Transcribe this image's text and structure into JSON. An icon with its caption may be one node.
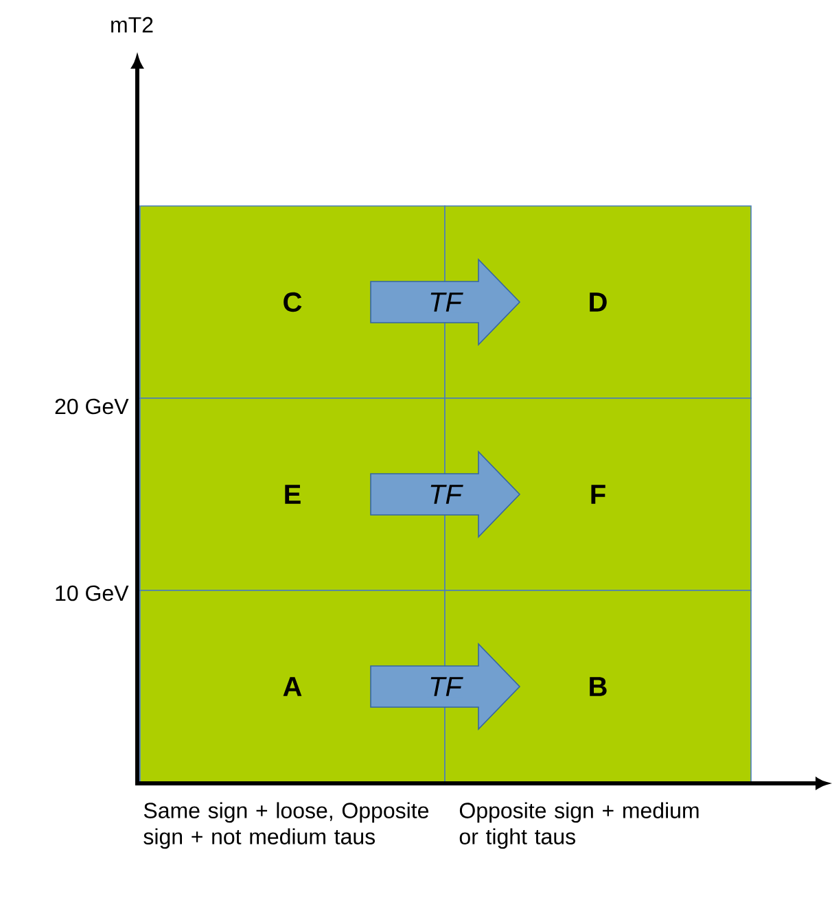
{
  "diagram": {
    "nodes": [
      {
        "text": [
          "C"
        ]
      },
      {
        "text": [
          "D"
        ]
      },
      {
        "text": [
          "E"
        ]
      },
      {
        "text": [
          "F"
        ]
      },
      {
        "text": [
          "A"
        ]
      },
      {
        "text": [
          "B"
        ]
      }
    ],
    "edges": [
      {
        "from": 0,
        "to": 1,
        "arrow": "to",
        "label": "TF"
      },
      {
        "from": 2,
        "to": 3,
        "arrow": "to",
        "label": "TF"
      },
      {
        "from": 4,
        "to": 5,
        "arrow": "to",
        "label": "TF"
      }
    ],
    "labels": [
      "mT2",
      "20 GeV",
      "10 GeV",
      "Same sign + loose, Opposite sign + not medium taus",
      "Opposite sign + medium or tight taus"
    ]
  }
}
